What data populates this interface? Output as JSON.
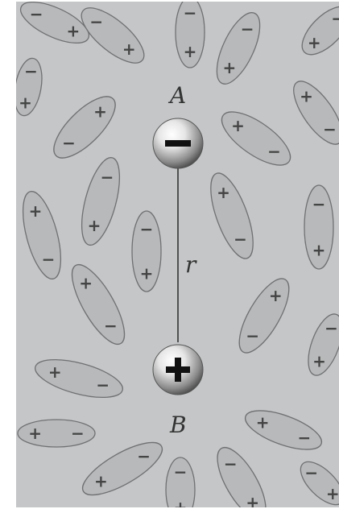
{
  "diagram": {
    "charges": {
      "A": {
        "label": "A",
        "sign": "−"
      },
      "B": {
        "label": "B",
        "sign": "+"
      }
    },
    "separation_label": "r",
    "colors": {
      "background": "#c4c6c7",
      "molecule_fill": "#b7b9ba",
      "molecule_stroke": "#6e7072",
      "text": "#333333"
    },
    "molecule_symbols": {
      "plus": "+",
      "minus": "−"
    }
  }
}
